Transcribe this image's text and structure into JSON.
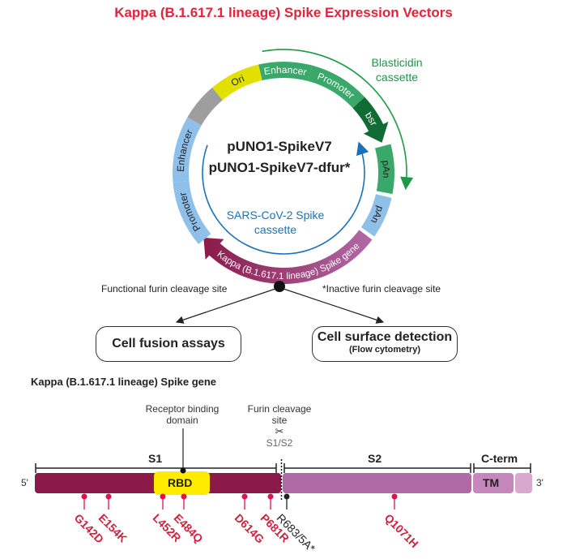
{
  "title": "Kappa (B.1.617.1 lineage) Spike Expression Vectors",
  "plasmid": {
    "names": [
      "pUNO1-SpikeV7",
      "pUNO1-SpikeV7-dfur*"
    ],
    "segments": [
      {
        "label": "Ori",
        "color": "#e2e000",
        "text_color": "#222222"
      },
      {
        "label": "Enhancer",
        "color": "#3aa86a",
        "text_color": "#ffffff"
      },
      {
        "label": "Promoter",
        "color": "#3aa86a",
        "text_color": "#ffffff"
      },
      {
        "label": "bsr",
        "color": "#116b34",
        "text_color": "#ffffff"
      },
      {
        "label": "pAn",
        "color": "#3aa86a",
        "text_color": "#222222"
      },
      {
        "label": "pAn",
        "color": "#8ec0ea",
        "text_color": "#222222"
      },
      {
        "label": "Kappa (B.1.617.1 lineage) Spike gene",
        "color": "#8b1a4a",
        "color_end": "#b06aa6",
        "text_color": "#ffffff"
      },
      {
        "label": "Promoter",
        "color": "#8ec0ea",
        "text_color": "#222222"
      },
      {
        "label": "Enhancer",
        "color": "#8ec0ea",
        "text_color": "#222222"
      },
      {
        "label": "",
        "color": "#9e9e9e",
        "text_color": "#222222"
      }
    ],
    "blasticidin_label": [
      "Blasticidin",
      "cassette"
    ],
    "blasticidin_color": "#1a9a45",
    "spike_cassette_label": [
      "SARS-CoV-2 Spike",
      "cassette"
    ],
    "spike_cassette_color": "#1a72b8"
  },
  "branches": {
    "left_note": "Functional furin cleavage site",
    "right_note": "*Inactive furin cleavage site",
    "left_box": "Cell fusion assays",
    "right_box_main": "Cell surface detection",
    "right_box_sub": "(Flow cytometry)"
  },
  "gene": {
    "title": "Kappa (B.1.617.1 lineage) Spike gene",
    "rbd_annotation": [
      "Receptor binding",
      "domain"
    ],
    "furin_annotation": [
      "Furin cleavage",
      "site"
    ],
    "scissors": "✂",
    "s1s2": "S1/S2",
    "five_prime": "5'",
    "three_prime": "3'",
    "regions": {
      "s1": "S1",
      "s2": "S2",
      "cterm": "C-term",
      "rbd": "RBD",
      "tm": "TM"
    },
    "colors": {
      "s1": "#8b1a4a",
      "s2": "#b06aa6",
      "tm": "#c688bc",
      "tail": "#d9a8cf",
      "rbd": "#ffeb00",
      "mutation": "#e0104a",
      "mutation_text": "#d0223e",
      "furin_mut": "#222222"
    },
    "mutations": [
      {
        "label": "G142D",
        "type": "variant"
      },
      {
        "label": "E154K",
        "type": "variant"
      },
      {
        "label": "L452R",
        "type": "variant"
      },
      {
        "label": "E484Q",
        "type": "variant"
      },
      {
        "label": "D614G",
        "type": "variant"
      },
      {
        "label": "P681R",
        "type": "variant"
      },
      {
        "label": "R683/5A*",
        "type": "furin"
      },
      {
        "label": "Q1071H",
        "type": "variant"
      }
    ]
  }
}
